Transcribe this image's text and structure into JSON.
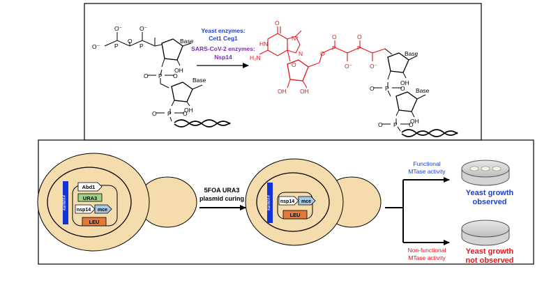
{
  "top_panel": {
    "reaction": {
      "line1": "Yeast enzymes:",
      "line2": "Cet1 Ceg1",
      "line3": "SARS-CoV-2 enzymes:",
      "line4": "Nsp14"
    },
    "substrate": {
      "base1": "Base",
      "base2": "Base",
      "oh1": "OH",
      "oh2": "OH",
      "o_minus": "O⁻",
      "o": "O",
      "p": "P"
    },
    "product": {
      "base1": "Base",
      "base2": "Base",
      "oh": "OH",
      "h2n": "H₂N",
      "hn": "HN",
      "n": "N",
      "n_plus": "N⁺",
      "o": "O",
      "o_minus": "O⁻",
      "p": "P"
    }
  },
  "bottom_panel": {
    "left_cell": {
      "marker": "kanMX4",
      "gene1": "Abd1",
      "gene2": "URA3",
      "gene3": "nsp14",
      "gene4": "mce",
      "gene5": "LEU"
    },
    "step_label": {
      "line1": "5FOA URA3",
      "line2": "plasmid curing"
    },
    "right_cell": {
      "marker": "kanMX4",
      "gene3": "nsp14",
      "gene4": "mce",
      "gene5": "LEU"
    },
    "outcome_top": {
      "label_line1": "Functional",
      "label_line2": "MTase activity",
      "result_line1": "Yeast growth",
      "result_line2": "observed"
    },
    "outcome_bottom": {
      "label_line1": "Non-functional",
      "label_line2": "MTase activity",
      "result_line1": "Yeast growth",
      "result_line2": "not observed"
    }
  },
  "colors": {
    "blue": "#1f3fd6",
    "purple": "#7a2fb0",
    "red": "#e3161c",
    "cell": "#f5dcac",
    "green": "#9fd38a",
    "orange": "#e47a3a",
    "marker": "#1233d9"
  }
}
